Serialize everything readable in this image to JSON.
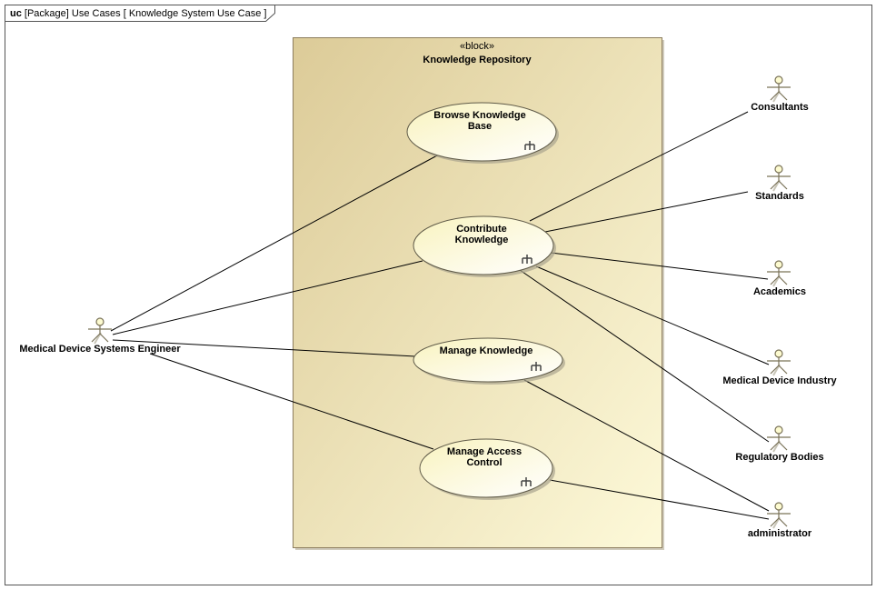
{
  "frame": {
    "keyword": "uc",
    "title": " [Package] Use Cases [ Knowledge System Use Case ]"
  },
  "block": {
    "stereotype": "«block»",
    "name": "Knowledge Repository"
  },
  "use_cases": [
    {
      "id": "browse",
      "lines": [
        "Browse Knowledge",
        "Base"
      ]
    },
    {
      "id": "contribute",
      "lines": [
        "Contribute",
        "Knowledge"
      ]
    },
    {
      "id": "manage_knowledge",
      "lines": [
        "Manage Knowledge"
      ]
    },
    {
      "id": "manage_access",
      "lines": [
        "Manage Access",
        "Control"
      ]
    }
  ],
  "actors": [
    {
      "id": "engineer",
      "name": "Medical Device Systems Engineer"
    },
    {
      "id": "consultants",
      "name": "Consultants"
    },
    {
      "id": "standards",
      "name": "Standards"
    },
    {
      "id": "academics",
      "name": "Academics"
    },
    {
      "id": "industry",
      "name": "Medical Device Industry"
    },
    {
      "id": "regulatory",
      "name": "Regulatory Bodies"
    },
    {
      "id": "admin",
      "name": "administrator"
    }
  ],
  "associations": [
    {
      "from": "engineer",
      "to": "browse"
    },
    {
      "from": "engineer",
      "to": "contribute"
    },
    {
      "from": "engineer",
      "to": "manage_knowledge"
    },
    {
      "from": "engineer",
      "to": "manage_access"
    },
    {
      "from": "consultants",
      "to": "contribute"
    },
    {
      "from": "standards",
      "to": "contribute"
    },
    {
      "from": "academics",
      "to": "contribute"
    },
    {
      "from": "industry",
      "to": "contribute"
    },
    {
      "from": "regulatory",
      "to": "contribute"
    },
    {
      "from": "admin",
      "to": "manage_knowledge"
    },
    {
      "from": "admin",
      "to": "manage_access"
    }
  ],
  "colors": {
    "block_top": "#dccb98",
    "block_bottom": "#fdf9d9",
    "block_border": "#8c7d5e",
    "usecase_fill_a": "#fbf6c8",
    "usecase_fill_b": "#ffffff",
    "actor_stroke": "#7a7358",
    "actor_head": "#fdfbd0"
  }
}
